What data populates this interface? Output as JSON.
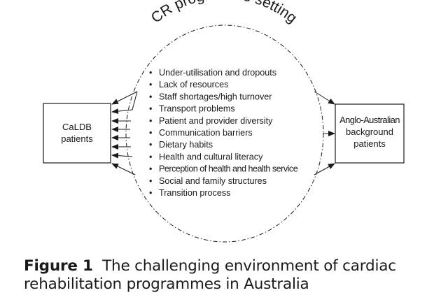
{
  "diagram": {
    "setting_title": "CR programme setting",
    "left_box": {
      "lines": [
        "CaLDB",
        "patients"
      ]
    },
    "right_box": {
      "lines": [
        "Anglo-Australian",
        "background",
        "patients"
      ]
    },
    "bullet": "•",
    "factors": [
      "Under-utilisation and dropouts",
      "Lack of resources",
      "Staff shortages/high turnover",
      "Transport problems",
      "Patient and provider diversity",
      "Communication barriers",
      "Dietary habits",
      "Health and cultural literacy",
      "Perception of health and health service",
      "Social and family structures",
      "Transition process"
    ],
    "colors": {
      "ink": "#1a1a1a",
      "background": "#ffffff"
    }
  },
  "caption": {
    "figure_label": "Figure 1",
    "text": "The challenging environment of cardiac rehabilitation programmes in Australia"
  }
}
